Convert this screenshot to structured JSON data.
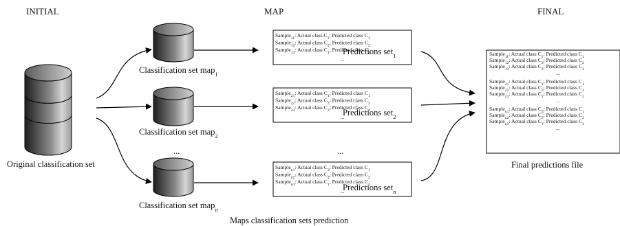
{
  "headers": {
    "initial": "INITIAL",
    "map": "MAP",
    "final": "FINAL"
  },
  "original_label": "Original classification set",
  "ellipsis": "...",
  "caption": "Maps classification sets prediction",
  "maps": [
    {
      "label": "Classification set map",
      "label_sub": "1",
      "pred_label": "Predictions set",
      "pred_sub": "1",
      "rows": [
        {
          "s": "11",
          "a": "1",
          "p": "1"
        },
        {
          "s": "12",
          "a": "2",
          "p": "2"
        },
        {
          "s": "13",
          "a": "1",
          "p": "2"
        }
      ]
    },
    {
      "label": "Classification set map",
      "label_sub": "2",
      "pred_label": "Predictions set",
      "pred_sub": "2",
      "rows": [
        {
          "s": "21",
          "a": "1",
          "p": "1"
        },
        {
          "s": "22",
          "a": "2",
          "p": "2"
        },
        {
          "s": "23",
          "a": "2",
          "p": "2"
        }
      ]
    },
    {
      "label": "Classification set map",
      "label_sub": "n",
      "pred_label": "Predictions set",
      "pred_sub": "n",
      "rows": [
        {
          "s": "n1",
          "a": "2",
          "p": "1"
        },
        {
          "s": "n2",
          "a": "2",
          "p": "2"
        },
        {
          "s": "n3",
          "a": "1",
          "p": "2"
        }
      ]
    }
  ],
  "final_label": "Final predictions file",
  "final_groups": [
    [
      {
        "s": "11",
        "a": "1",
        "p": "1"
      },
      {
        "s": "12",
        "a": "2",
        "p": "2"
      },
      {
        "s": "13",
        "a": "1",
        "p": "2"
      }
    ],
    [
      {
        "s": "21",
        "a": "1",
        "p": "1"
      },
      {
        "s": "22",
        "a": "2",
        "p": "2"
      },
      {
        "s": "23",
        "a": "2",
        "p": "2"
      }
    ],
    [
      {
        "s": "n1",
        "a": "2",
        "p": "1"
      },
      {
        "s": "n2",
        "a": "2",
        "p": "2"
      },
      {
        "s": "n3",
        "a": "1",
        "p": "2"
      }
    ]
  ],
  "row_text": {
    "sample": "Sample",
    "actual": ": Actual class C",
    "predicted": "; Predicted class C"
  },
  "colors": {
    "stroke": "#000000",
    "db_dark": "#2a2a2a",
    "db_light": "#e8e8e8"
  }
}
